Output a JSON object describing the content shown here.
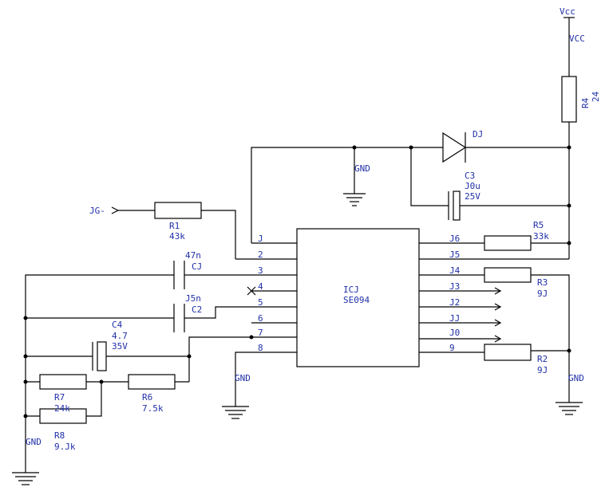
{
  "power": {
    "vcc_top": "Vcc",
    "vcc_net": "VCC"
  },
  "ground_labels": {
    "gnd_top": "GND",
    "gnd_left": "GND",
    "gnd_mid": "GND",
    "gnd_right": "GND"
  },
  "input": {
    "label": "JG-"
  },
  "ic": {
    "ref": "ICJ",
    "part": "SE094",
    "left_pins": [
      "J",
      "2",
      "3",
      "4",
      "5",
      "6",
      "7",
      "8"
    ],
    "right_pins": [
      "J6",
      "J5",
      "J4",
      "J3",
      "J2",
      "JJ",
      "J0",
      "9"
    ]
  },
  "components": {
    "R1": {
      "ref": "R1",
      "value": "43k"
    },
    "R2": {
      "ref": "R2",
      "value": "9J"
    },
    "R3": {
      "ref": "R3",
      "value": "9J"
    },
    "R4": {
      "ref": "R4",
      "value": "24"
    },
    "R5": {
      "ref": "R5",
      "value": "33k"
    },
    "R6": {
      "ref": "R6",
      "value": "7.5k"
    },
    "R7": {
      "ref": "R7",
      "value": "24k"
    },
    "R8": {
      "ref": "R8",
      "value": "9.Jk"
    },
    "C1": {
      "ref": "CJ",
      "value": "47n"
    },
    "C2": {
      "ref": "C2",
      "value": "J5n"
    },
    "C3": {
      "ref": "C3",
      "value": "J0u",
      "voltage": "25V"
    },
    "C4": {
      "ref": "C4",
      "value": "4.7",
      "voltage": "35V"
    },
    "D1": {
      "ref": "DJ"
    }
  }
}
